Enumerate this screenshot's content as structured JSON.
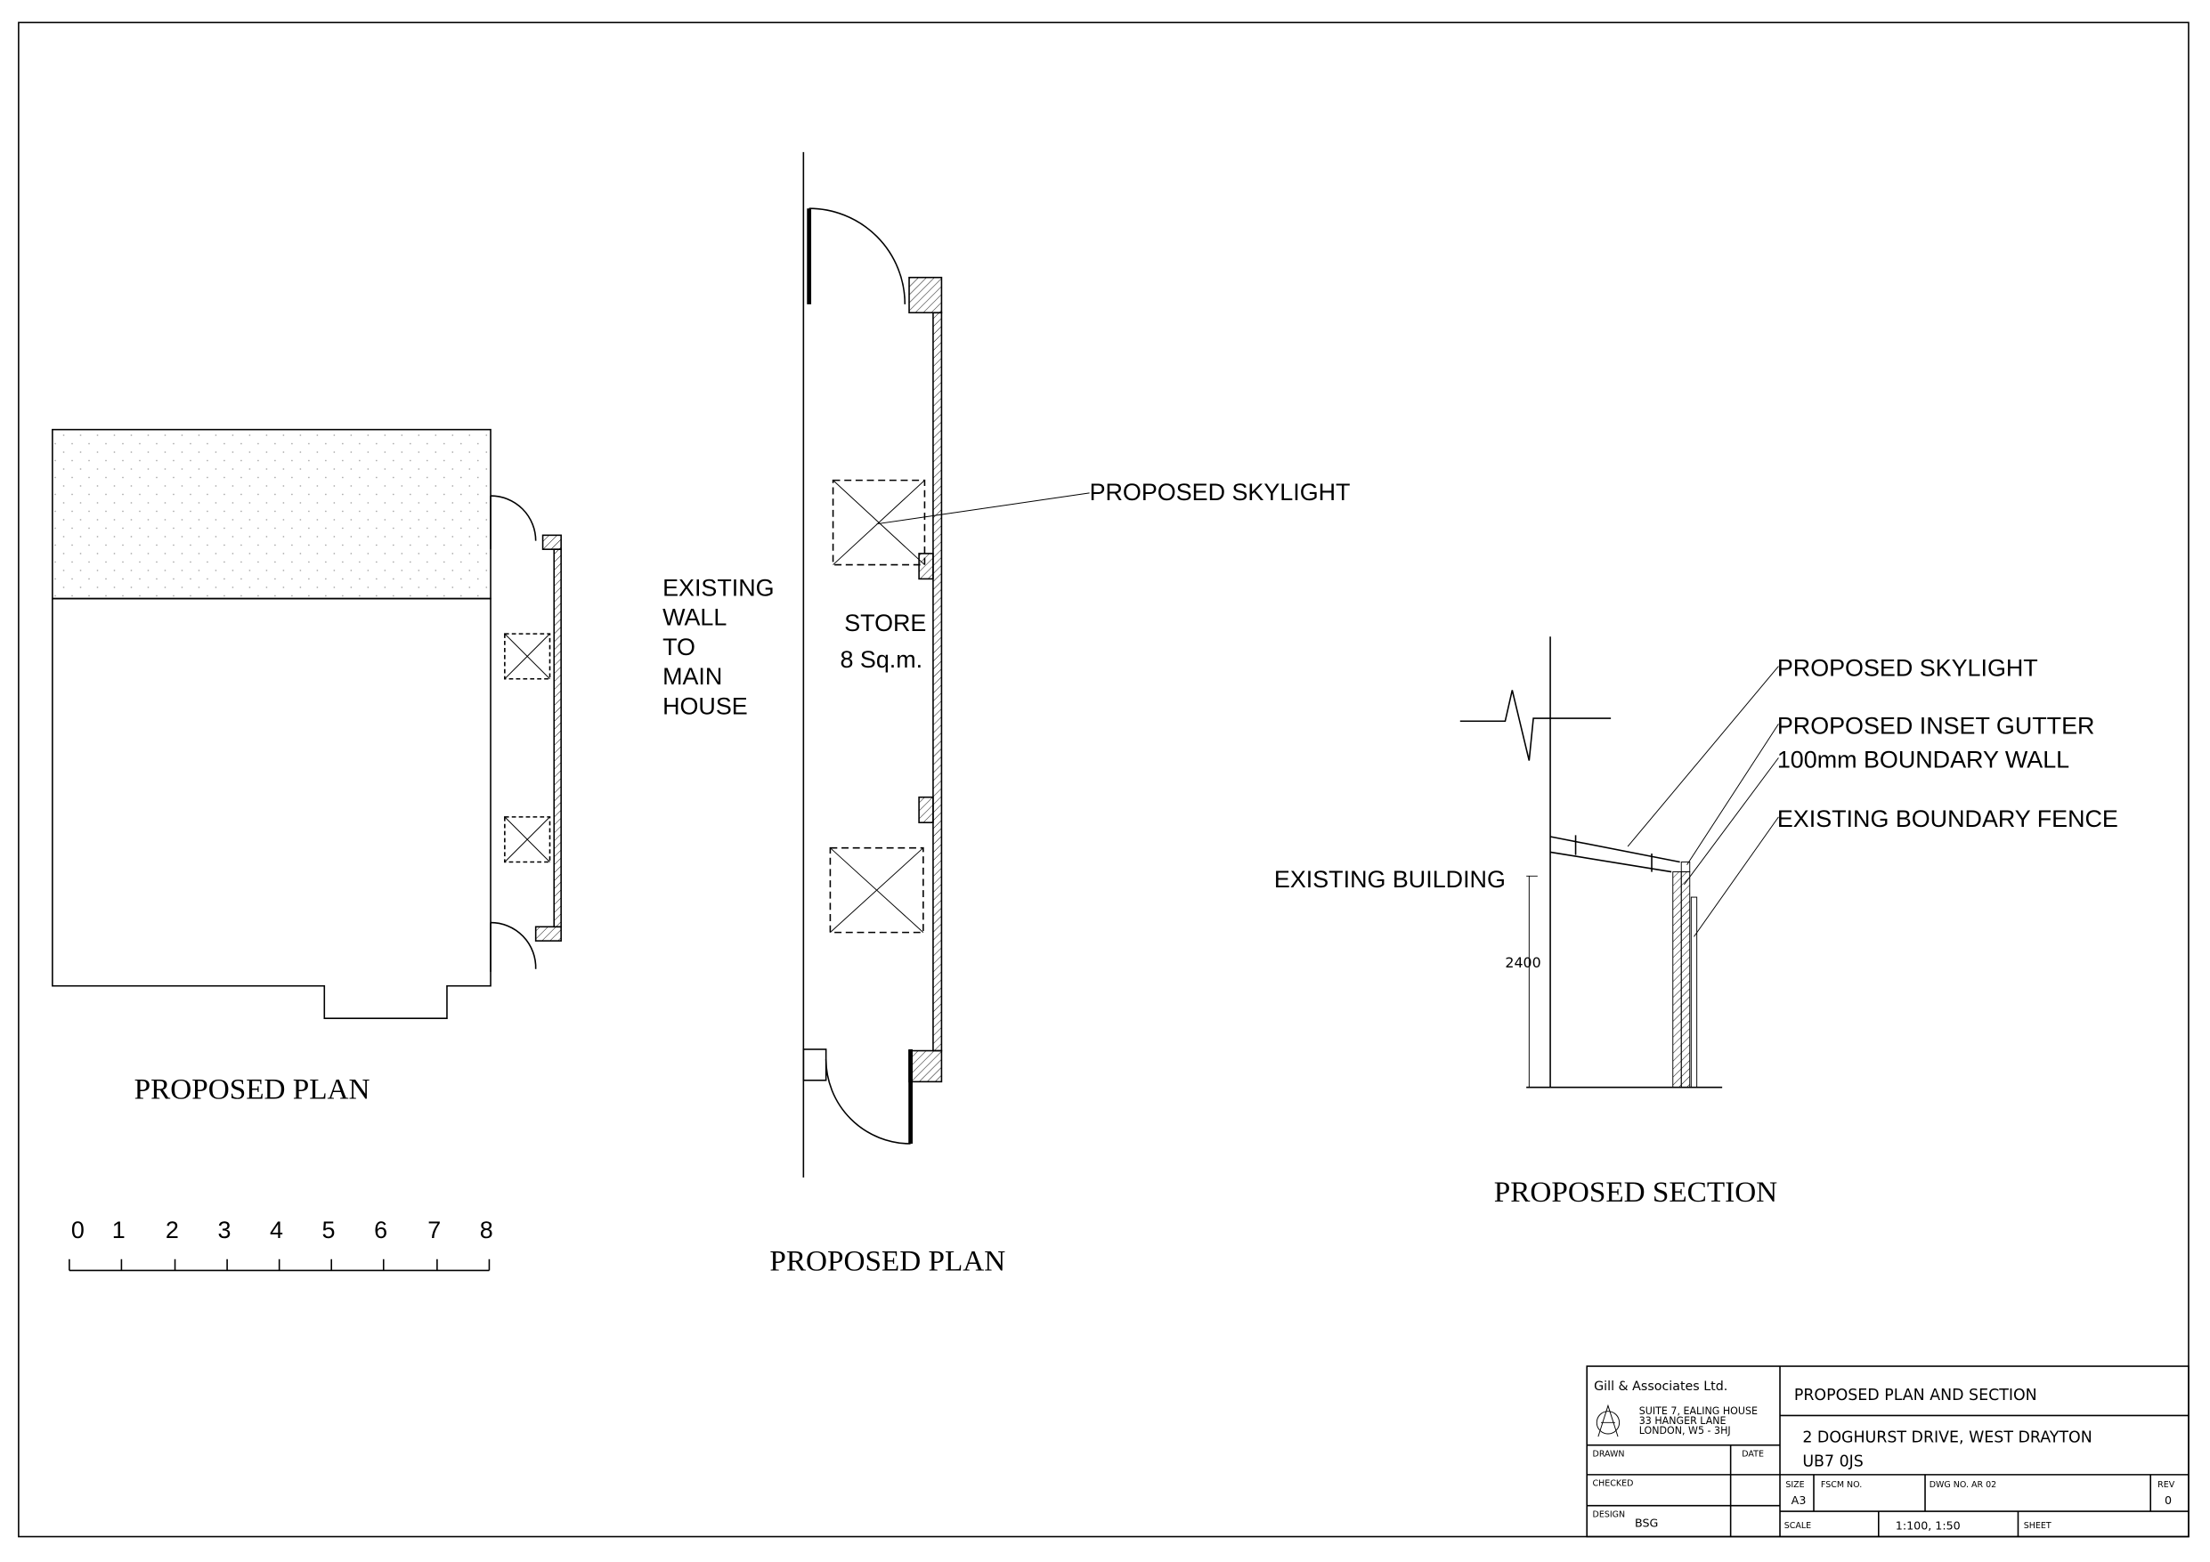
{
  "labels": {
    "skylight_plan": "PROPOSED SKYLIGHT",
    "existing_wall": [
      "EXISTING",
      "WALL",
      "TO",
      "MAIN",
      "HOUSE"
    ],
    "store": "STORE",
    "store_area": "8 Sq.m.",
    "plan_left_title": "PROPOSED PLAN",
    "plan_center_title": "PROPOSED PLAN",
    "section_title": "PROPOSED SECTION",
    "section_skylight": "PROPOSED SKYLIGHT",
    "section_gutter": "PROPOSED INSET GUTTER",
    "section_wall": "100mm BOUNDARY WALL",
    "section_fence": "EXISTING BOUNDARY FENCE",
    "existing_building": "EXISTING BUILDING",
    "dimension_height": "2400"
  },
  "scale_bar": [
    "0",
    "1",
    "2",
    "3",
    "4",
    "5",
    "6",
    "7",
    "8"
  ],
  "title_block": {
    "company": "Gill & Associates Ltd.",
    "address": [
      "SUITE 7, EALING HOUSE",
      "33 HANGER LANE",
      "LONDON, W5 - 3HJ"
    ],
    "title": "PROPOSED PLAN AND SECTION",
    "address_line1": "2 DOGHURST DRIVE, WEST DRAYTON",
    "address_line2": "UB7 0JS",
    "drawn_label": "DRAWN",
    "date_label": "DATE",
    "checked_label": "CHECKED",
    "design_label": "DESIGN",
    "design_value": "BSG",
    "size_label": "SIZE",
    "size_value": "A3",
    "fscm_label": "FSCM NO.",
    "dwg_label": "DWG NO. AR 02",
    "rev_label": "REV",
    "rev_value": "0",
    "scale_label": "SCALE",
    "scale_value": "1:100, 1:50",
    "sheet_label": "SHEET"
  }
}
